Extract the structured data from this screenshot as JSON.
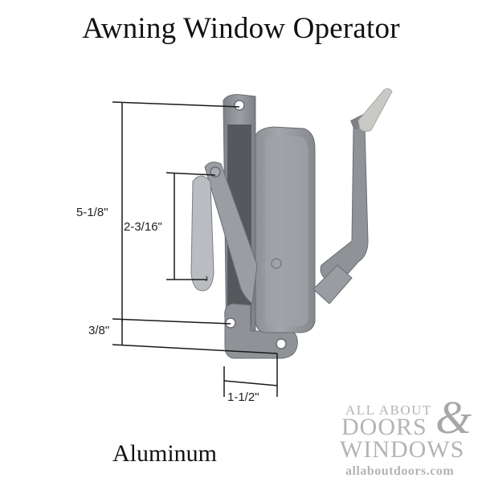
{
  "title": "Awning Window Operator",
  "material": "Aluminum",
  "dimensions": {
    "overall_height": "5-1/8\"",
    "arm_hole_spacing": "2-3/16\"",
    "bottom_hole_offset": "3/8\"",
    "base_width": "1-1/2\""
  },
  "logo": {
    "line1": "ALL ABOUT",
    "line2": "DOORS",
    "ampersand": "&",
    "line3": "WINDOWS",
    "website": "allaboutdoors.com"
  },
  "colors": {
    "body": "#8e9196",
    "body_light": "#a9acb0",
    "body_dark": "#5d6064",
    "handle_knob": "#c9c9c6",
    "logo_gray": "#b4b4b4"
  }
}
